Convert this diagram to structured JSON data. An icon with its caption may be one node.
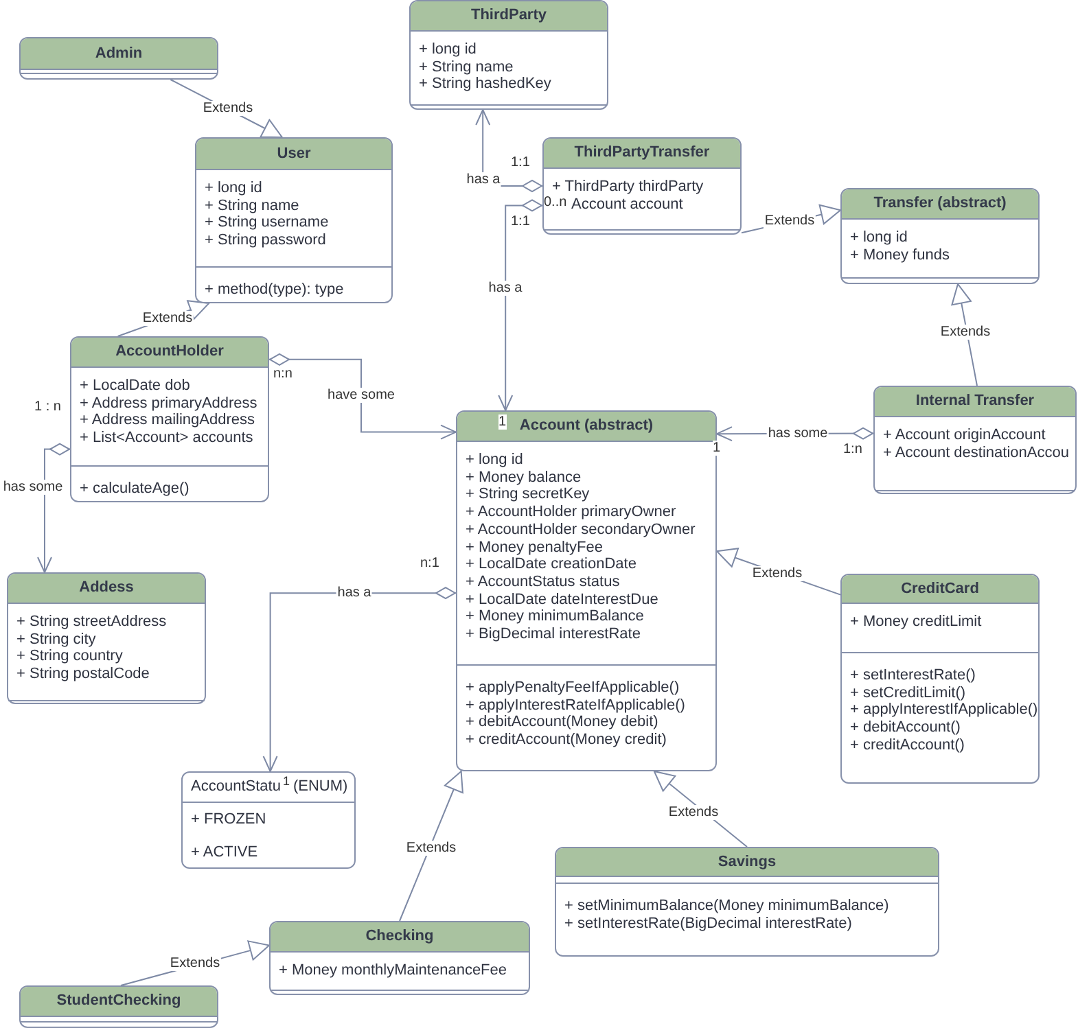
{
  "diagram": {
    "nodes": [
      {
        "text": [
          "ThirdParty",
          "+ long id",
          "+ String name",
          "+ String hashedKey"
        ]
      },
      {
        "text": [
          "Admin"
        ]
      },
      {
        "text": [
          "User",
          "+ long id",
          "+ String name",
          "+ String username",
          "+ String password",
          "+ method(type): type"
        ]
      },
      {
        "text": [
          "ThirdPartyTransfer",
          "+ ThirdParty thirdParty",
          "Account account"
        ]
      },
      {
        "text": [
          "Transfer (abstract)",
          "+ long id",
          "+ Money funds"
        ]
      },
      {
        "text": [
          "AccountHolder",
          "+ LocalDate dob",
          "+ Address primaryAddress",
          "+ Address mailingAddress",
          "+ List<Account> accounts",
          "+ calculateAge()"
        ]
      },
      {
        "text": [
          "Internal Transfer",
          "+ Account originAccount",
          "+ Account destinationAccou"
        ]
      },
      {
        "text": [
          "Account (abstract)",
          "+ long id",
          "+ Money balance",
          "+ String secretKey",
          "+ AccountHolder primaryOwner",
          "+ AccountHolder secondaryOwner",
          "+ Money penaltyFee",
          "+ LocalDate creationDate",
          "+ AccountStatus status",
          "+ LocalDate dateInterestDue",
          "+ Money minimumBalance",
          "+ BigDecimal interestRate",
          "+ applyPenaltyFeeIfApplicable()",
          "+ applyInterestRateIfApplicable()",
          "+ debitAccount(Money debit)",
          "+ creditAccount(Money credit)"
        ]
      },
      {
        "text": [
          "Addess",
          "+ String streetAddress",
          "+ String city",
          "+ String country",
          "+ String postalCode"
        ]
      },
      {
        "text": [
          "CreditCard",
          "+ Money creditLimit",
          "+ setInterestRate()",
          "+ setCreditLimit()",
          "+ applyInterestIfApplicable()",
          "+ debitAccount()",
          "+ creditAccount()"
        ]
      },
      {
        "text": [
          "AccountStatu",
          "(ENUM)",
          "+ FROZEN",
          "+ ACTIVE"
        ]
      },
      {
        "text": [
          "Savings",
          "+ setMinimumBalance(Money minimumBalance)",
          "+ setInterestRate(BigDecimal interestRate)"
        ]
      },
      {
        "text": [
          "Checking",
          "+ Money monthlyMaintenanceFee"
        ]
      },
      {
        "text": [
          "StudentChecking"
        ]
      }
    ],
    "edges": [
      {
        "from": 1,
        "to": 2,
        "arrow": "to",
        "label": "Extends"
      },
      {
        "from": 5,
        "to": 2,
        "arrow": "to",
        "label": "Extends"
      },
      {
        "from": 3,
        "to": 0,
        "arrow": "to",
        "label": "has a"
      },
      {
        "from": 3,
        "to": 7,
        "arrow": "to",
        "label": "has a"
      },
      {
        "from": 3,
        "to": 4,
        "arrow": "to",
        "label": "Extends"
      },
      {
        "from": 6,
        "to": 4,
        "arrow": "to",
        "label": "Extends"
      },
      {
        "from": 5,
        "to": 7,
        "arrow": "to",
        "label": "have some"
      },
      {
        "from": 5,
        "to": 8,
        "arrow": "to",
        "label": "has some"
      },
      {
        "from": 6,
        "to": 7,
        "arrow": "to",
        "label": "has some"
      },
      {
        "from": 7,
        "to": 10,
        "arrow": "to",
        "label": "has a"
      },
      {
        "from": 9,
        "to": 7,
        "arrow": "to",
        "label": "Extends"
      },
      {
        "from": 12,
        "to": 7,
        "arrow": "to",
        "label": "Extends"
      },
      {
        "from": 11,
        "to": 7,
        "arrow": "to",
        "label": "Extends"
      },
      {
        "from": 13,
        "to": 12,
        "arrow": "to",
        "label": "Extends"
      }
    ],
    "labels": [
      "1:1",
      "0..n",
      "1:1",
      "n:n",
      "1 : n",
      "1",
      "1",
      "1:n",
      "n:1",
      "1"
    ]
  }
}
